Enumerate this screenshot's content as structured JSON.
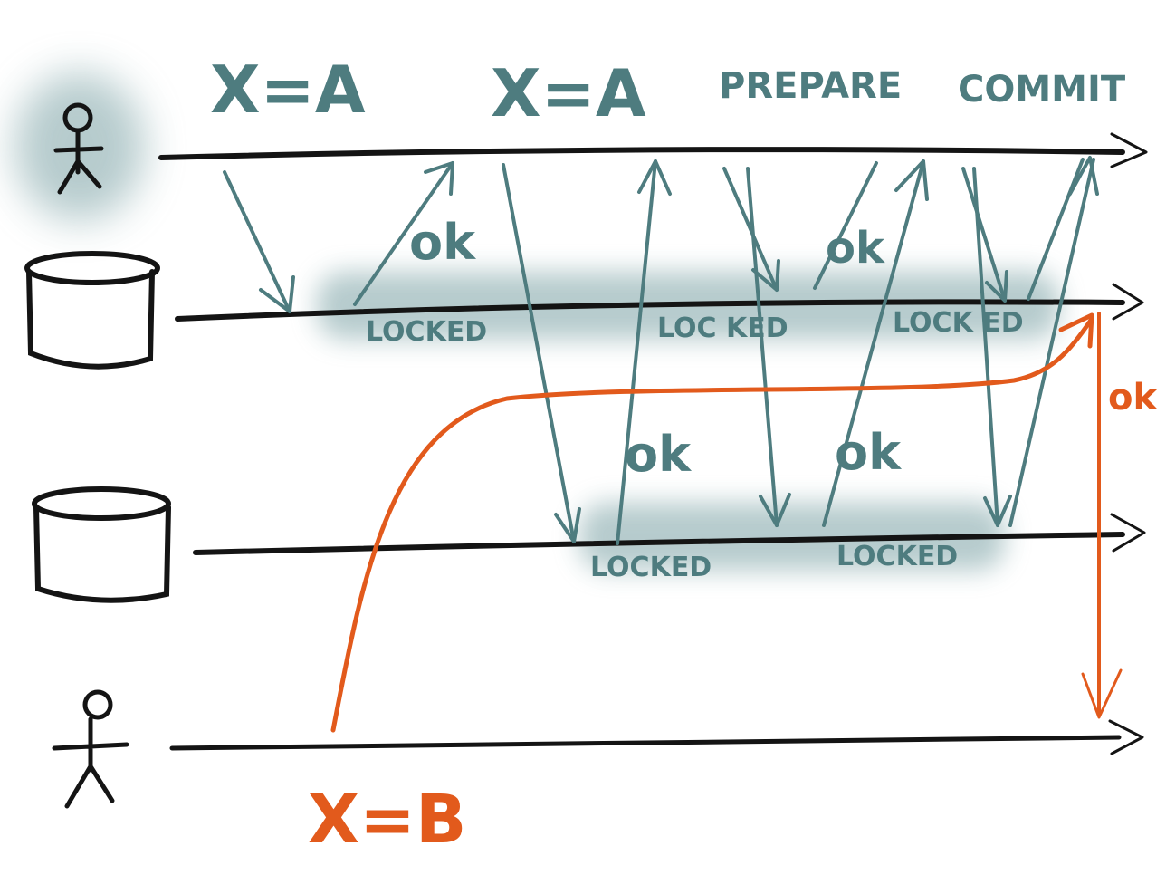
{
  "colors": {
    "ink": "#141414",
    "teal": "#4e7c7f",
    "lock_shade": "#7aa1a4",
    "orange": "#e25a1c",
    "background": "#ffffff"
  },
  "labels": {
    "write_a_1": "X=A",
    "write_a_2": "X=A",
    "prepare": "PREPARE",
    "commit": "COMMIT",
    "write_b": "X=B",
    "ok_1": "ok",
    "ok_2": "ok",
    "ok_3": "ok",
    "ok_4": "ok",
    "ok_orange": "ok",
    "locked_1": "LOCKED",
    "locked_2": "LOC KED",
    "locked_3": "LOCK ED",
    "locked_4": "LOCKED",
    "locked_5": "LOCKED"
  },
  "icons": {
    "client_a": "stick-figure-icon",
    "server_1": "database-cylinder-icon",
    "server_2": "database-cylinder-icon",
    "client_b": "stick-figure-icon"
  }
}
